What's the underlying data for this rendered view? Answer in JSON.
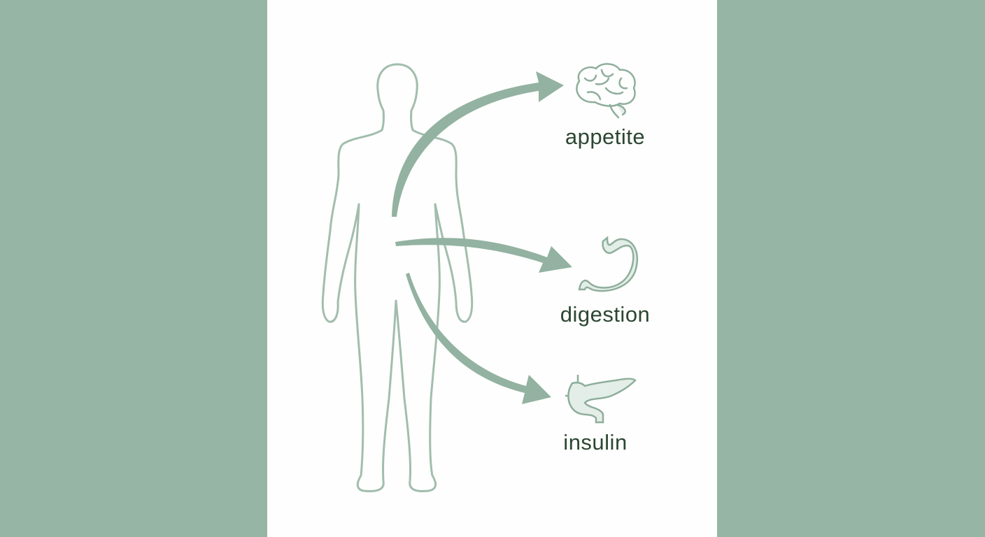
{
  "labels": {
    "appetite": "appetite",
    "digestion": "digestion",
    "insulin": "insulin"
  },
  "colors": {
    "background": "#97b5a5",
    "panel": "#fdfefd",
    "stroke": "#9dbaa9",
    "arrow": "#90b09e",
    "text": "#2c4632"
  },
  "icons": [
    "human-body-outline",
    "brain-icon",
    "stomach-icon",
    "pancreas-icon"
  ]
}
